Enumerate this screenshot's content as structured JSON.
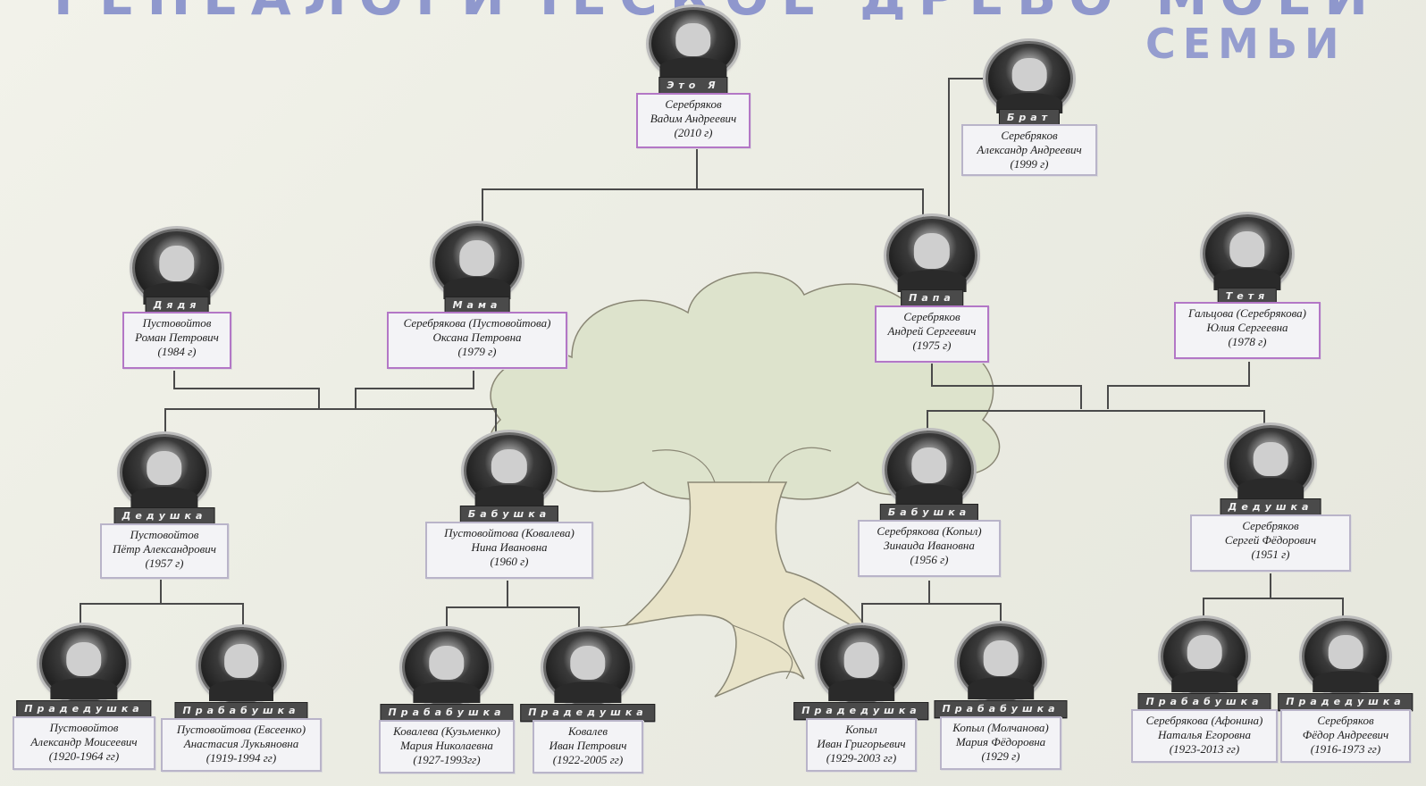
{
  "poster": {
    "title_top": "Генеалогическое древо моей",
    "title_right": "семьи"
  },
  "people": {
    "me": {
      "role": "Это Я",
      "line1": "Серебряков",
      "line2": "Вадим Андреевич",
      "line3": "(2010 г)"
    },
    "brother": {
      "role": "Брат",
      "line1": "Серебряков",
      "line2": "Александр Андреевич",
      "line3": "(1999 г)"
    },
    "uncle": {
      "role": "Дядя",
      "line1": "Пустовойтов",
      "line2": "Роман Петрович",
      "line3": "(1984 г)"
    },
    "mother": {
      "role": "Мама",
      "line1": "Серебрякова (Пустовойтова)",
      "line2": "Оксана Петровна",
      "line3": "(1979 г)"
    },
    "father": {
      "role": "Папа",
      "line1": "Серебряков",
      "line2": "Андрей Сергеевич",
      "line3": "(1975 г)"
    },
    "aunt": {
      "role": "Тетя",
      "line1": "Гальцова (Серебрякова)",
      "line2": "Юлия Сергеевна",
      "line3": "(1978 г)"
    },
    "gf1": {
      "role": "Дедушка",
      "line1": "Пустовойтов",
      "line2": "Пётр Александрович",
      "line3": "(1957 г)"
    },
    "gm1": {
      "role": "Бабушка",
      "line1": "Пустовойтова (Ковалева)",
      "line2": "Нина Ивановна",
      "line3": "(1960 г)"
    },
    "gm2": {
      "role": "Бабушка",
      "line1": "Серебрякова (Копыл)",
      "line2": "Зинаида Ивановна",
      "line3": "(1956 г)"
    },
    "gf2": {
      "role": "Дедушка",
      "line1": "Серебряков",
      "line2": "Сергей Фёдорович",
      "line3": "(1951 г)"
    },
    "ggf1": {
      "role": "Прадедушка",
      "line1": "Пустовойтов",
      "line2": "Александр Моисеевич",
      "line3": "(1920-1964 гг)"
    },
    "ggm1": {
      "role": "Прабабушка",
      "line1": "Пустовойтова (Евсеенко)",
      "line2": "Анастасия Лукьяновна",
      "line3": "(1919-1994 гг)"
    },
    "ggm2": {
      "role": "Прабабушка",
      "line1": "Ковалева (Кузьменко)",
      "line2": "Мария Николаевна",
      "line3": "(1927-1993гг)"
    },
    "ggf2": {
      "role": "Прадедушка",
      "line1": "Ковалев",
      "line2": "Иван Петрович",
      "line3": "(1922-2005 гг)"
    },
    "ggf3": {
      "role": "Прадедушка",
      "line1": "Копыл",
      "line2": "Иван Григорьевич",
      "line3": "(1929-2003 гг)"
    },
    "ggm3": {
      "role": "Прабабушка",
      "line1": "Копыл (Молчанова)",
      "line2": "Мария Фёдоровна",
      "line3": "(1929 г)"
    },
    "ggm4": {
      "role": "Прабабушка",
      "line1": "Серебрякова (Афонина)",
      "line2": "Наталья Егоровна",
      "line3": "(1923-2013 гг)"
    },
    "ggf4": {
      "role": "Прадедушка",
      "line1": "Серебряков",
      "line2": "Фёдор Андреевич",
      "line3": "(1916-1973 гг)"
    }
  }
}
